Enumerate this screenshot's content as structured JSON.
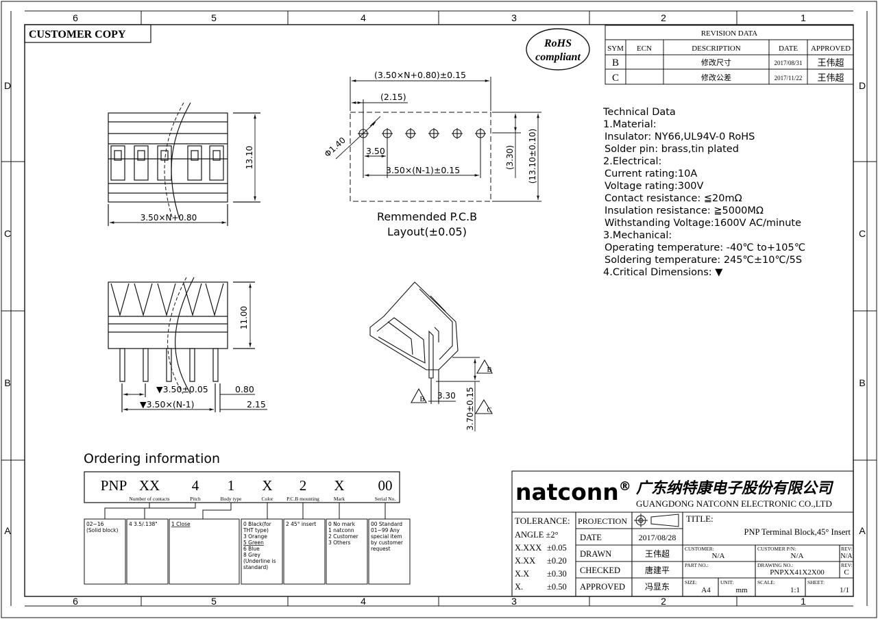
{
  "zones": {
    "top": [
      "6",
      "5",
      "4",
      "3",
      "2",
      "1"
    ],
    "bottom": [
      "6",
      "5",
      "4",
      "3",
      "2",
      "1"
    ],
    "left": [
      "D",
      "C",
      "B",
      "A"
    ],
    "right": [
      "D",
      "C",
      "B",
      "A"
    ]
  },
  "customer_copy": "CUSTOMER COPY",
  "rohs": {
    "line1": "RoHS",
    "line2": "compliant"
  },
  "revision": {
    "title": "REVISION DATA",
    "headers": [
      "SYM",
      "ECN",
      "DESCRIPTION",
      "DATE",
      "APPROVED"
    ],
    "rows": [
      {
        "sym": "B",
        "ecn": "",
        "desc": "修改尺寸",
        "date": "2017/08/31",
        "approved": "王伟超"
      },
      {
        "sym": "C",
        "ecn": "",
        "desc": "修改公差",
        "date": "2017/11/22",
        "approved": "王伟超"
      }
    ]
  },
  "technical": [
    "Technical Data",
    "1.Material:",
    " Insulator: NY66,UL94V-0 RoHS",
    " Solder pin: brass,tin plated",
    "2.Electrical:",
    " Current rating:10A",
    " Voltage rating:300V",
    " Contact resistance: ≦20mΩ",
    " Insulation resistance: ≧5000MΩ",
    " Withstanding Voltage:1600V AC/minute",
    "3.Mechanical:",
    " Operating temperature: -40℃ to+105℃",
    " Soldering temperature: 245℃±10℃/5S",
    "4.Critical Dimensions: ▼"
  ],
  "dims": {
    "top_width": "3.50×N+0.80",
    "top_height": "13.10",
    "front_height": "11.00",
    "pitch_tol": "▼3.50±0.05",
    "pitch_total": "▼3.50×(N-1)",
    "d080": "0.80",
    "d215": "2.15",
    "pcb_total": "(3.50×N+0.80)±0.15",
    "pcb_offset": "(2.15)",
    "pcb_hole": "Φ1.40",
    "pcb_pitch": "3.50",
    "pcb_span": "3.50×(N-1)±0.15",
    "pcb_row": "(3.30)",
    "pcb_depth": "(13.10±0.10)",
    "pcb_caption1": "Remmended P.C.B",
    "pcb_caption2": "Layout(±0.05)",
    "iso_330": "3.30",
    "iso_370": "3.70±0.15",
    "datum_b": "B",
    "datum_c": "C"
  },
  "ordering": {
    "title": "Ordering information",
    "codes": [
      {
        "code": "PNP",
        "label": ""
      },
      {
        "code": "XX",
        "label": "Number of contacts"
      },
      {
        "code": "4",
        "label": "Pitch"
      },
      {
        "code": "1",
        "label": "Body type"
      },
      {
        "code": "X",
        "label": "Color"
      },
      {
        "code": "2",
        "label": "P.C.B mounting"
      },
      {
        "code": "X",
        "label": "Mark"
      },
      {
        "code": "00",
        "label": "Serial No."
      }
    ],
    "boxes": [
      [
        "02~16",
        "(Solid block)"
      ],
      [
        "4 3.5/.138\""
      ],
      [
        "1 Close"
      ],
      [
        "0 Black(for",
        "THT type)",
        "3 Orange",
        "5 Green",
        "6 Blue",
        "8 Grey",
        "(Underline is",
        "standard)"
      ],
      [
        "2 45° insert"
      ],
      [
        "0 No mark",
        "1 natconn",
        "2 Customer",
        "3 Others"
      ],
      [
        "00 Standard",
        "01~99 Any",
        "special item",
        "by customer",
        "request"
      ]
    ]
  },
  "title_block": {
    "brand": "natconn",
    "reg": "®",
    "company_cn": "广东纳特康电子股份有限公司",
    "company_en": "GUANGDONG NATCONN ELECTRONIC CO.,LTD",
    "tolerance_label": "TOLERANCE:",
    "angle": "ANGLE ±2°",
    "tol_rows": [
      [
        "X.XXX",
        "±0.05"
      ],
      [
        "X.XX",
        "±0.20"
      ],
      [
        "X.X",
        "±0.30"
      ],
      [
        "X.",
        "±0.50"
      ]
    ],
    "projection": "PROJECTION",
    "rows": [
      {
        "label": "DATE",
        "value": "2017/08/28"
      },
      {
        "label": "DRAWN",
        "value": "王伟超"
      },
      {
        "label": "CHECKED",
        "value": "唐建平"
      },
      {
        "label": "APPROVED",
        "value": "冯显东"
      }
    ],
    "title_label": "TITLE:",
    "title_value": "PNP Terminal Block,45° Insert",
    "customer_label": "CUSTOMER:",
    "customer_value": "N/A",
    "customer_pn_label": "CUSTOMER P/N:",
    "customer_pn_value": "N/A",
    "rev_label": "REV:",
    "rev1": "N/A",
    "part_label": "PART NO.:",
    "part_value": "",
    "drawing_label": "DRAWING NO.:",
    "drawing_value": "PNPXX41X2X00",
    "rev2": "C",
    "size_label": "SIZE:",
    "size_value": "A4",
    "unit_label": "UNIT:",
    "unit_value": "mm",
    "scale_label": "SCALE:",
    "scale_value": "1:1",
    "sheet_label": "SHEET:",
    "sheet_value": "1/1"
  }
}
